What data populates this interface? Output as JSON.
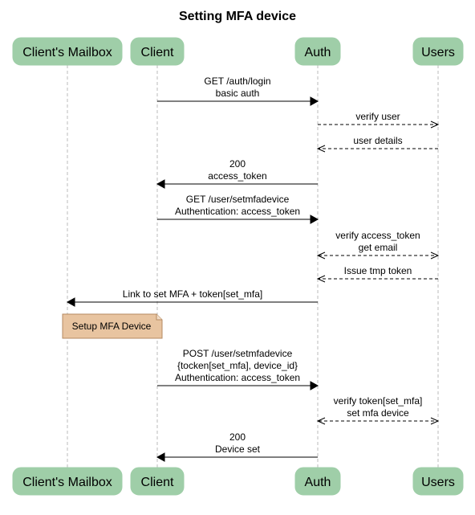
{
  "title": "Setting MFA device",
  "actors": [
    {
      "id": "mailbox",
      "label": "Client's Mailbox"
    },
    {
      "id": "client",
      "label": "Client"
    },
    {
      "id": "auth",
      "label": "Auth"
    },
    {
      "id": "users",
      "label": "Users"
    }
  ],
  "colors": {
    "actor_fill": "#9fcea8",
    "note_fill": "#e8c4a0",
    "note_border": "#b58a60",
    "lifeline": "#bbbbbb",
    "arrow": "#000000"
  },
  "messages": [
    {
      "from": "client",
      "to": "auth",
      "style": "solid",
      "lines": [
        "GET /auth/login",
        "basic auth"
      ]
    },
    {
      "from": "auth",
      "to": "users",
      "style": "dashed",
      "lines": [
        "verify user"
      ]
    },
    {
      "from": "users",
      "to": "auth",
      "style": "dashed",
      "lines": [
        "user details"
      ]
    },
    {
      "from": "auth",
      "to": "client",
      "style": "solid",
      "lines": [
        "200",
        "access_token"
      ]
    },
    {
      "from": "client",
      "to": "auth",
      "style": "solid",
      "lines": [
        "GET /user/setmfadevice",
        "Authentication: access_token"
      ]
    },
    {
      "from": "auth",
      "to": "users",
      "style": "dashed-both",
      "lines": [
        "verify access_token",
        "get email"
      ]
    },
    {
      "from": "users",
      "to": "auth",
      "style": "dashed",
      "lines": [
        "Issue tmp token"
      ]
    },
    {
      "from": "auth",
      "to": "mailbox",
      "style": "solid",
      "lines": [
        "Link to set MFA + token[set_mfa]"
      ]
    },
    {
      "from": "client",
      "to": "auth",
      "style": "solid",
      "lines": [
        "POST /user/setmfadevice",
        "{tocken[set_mfa], device_id}",
        "Authentication: access_token"
      ]
    },
    {
      "from": "auth",
      "to": "users",
      "style": "dashed-both",
      "lines": [
        "verify token[set_mfa]",
        "set mfa device"
      ]
    },
    {
      "from": "auth",
      "to": "client",
      "style": "solid",
      "lines": [
        "200",
        "Device set"
      ]
    }
  ],
  "note": {
    "over": "mailbox",
    "text": "Setup MFA Device"
  }
}
